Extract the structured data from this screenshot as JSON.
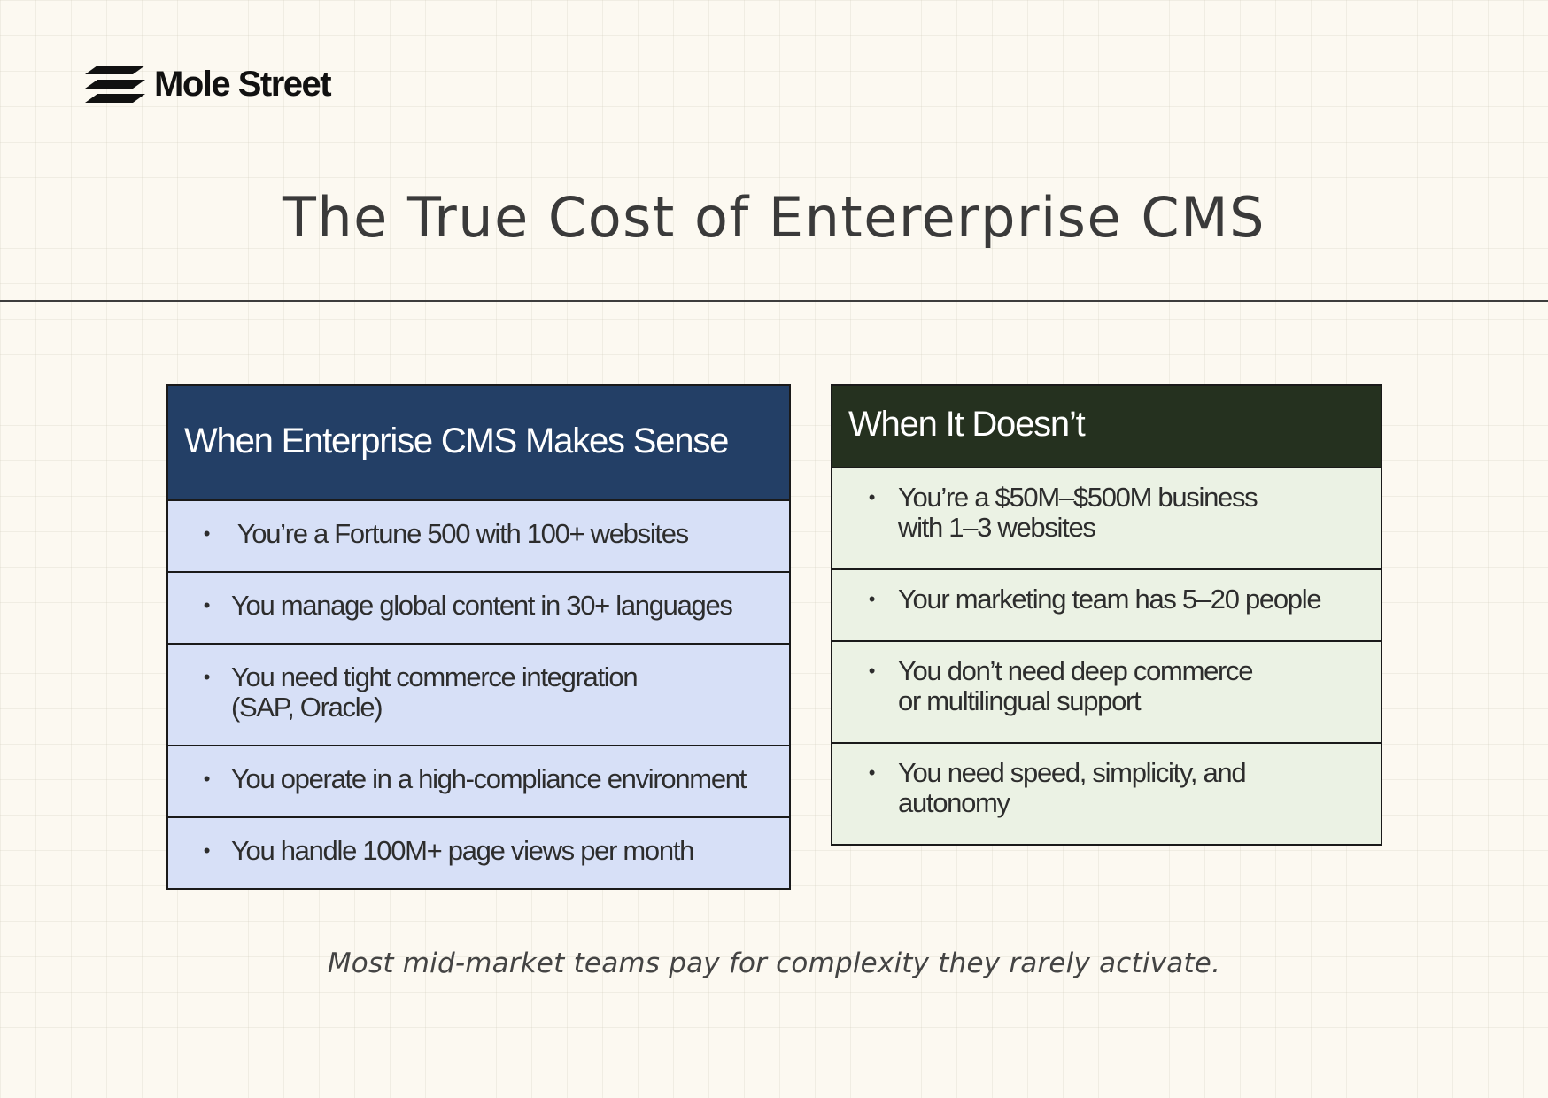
{
  "brand": {
    "name": "Mole Street",
    "logo_icon": "diagonal-stripes-icon"
  },
  "title": "The True Cost of Entererprise CMS",
  "colors": {
    "background": "#fcf9f1",
    "left_header": "#233f66",
    "left_rows": "#d7e0f7",
    "right_header": "#25311f",
    "right_rows": "#ebf2e4",
    "border": "#1a1a1a"
  },
  "panels": {
    "makes_sense": {
      "heading": "When Enterprise CMS Makes Sense",
      "items": [
        " You’re a Fortune 500 with 100+ websites",
        "You manage global content in 30+ languages",
        "You need tight commerce integration\n(SAP, Oracle)",
        "You operate in a high-compliance environment",
        "You handle 100M+ page views per month"
      ]
    },
    "doesnt": {
      "heading": "When It Doesn’t",
      "items": [
        "You’re a $50M–$500M business\nwith 1–3 websites",
        "Your marketing team has 5–20 people",
        "You don’t need deep commerce\nor multilingual support",
        "You need speed, simplicity, and\nautonomy"
      ]
    }
  },
  "bullet_glyph": "•",
  "footnote": "Most mid-market teams pay for complexity they rarely activate."
}
